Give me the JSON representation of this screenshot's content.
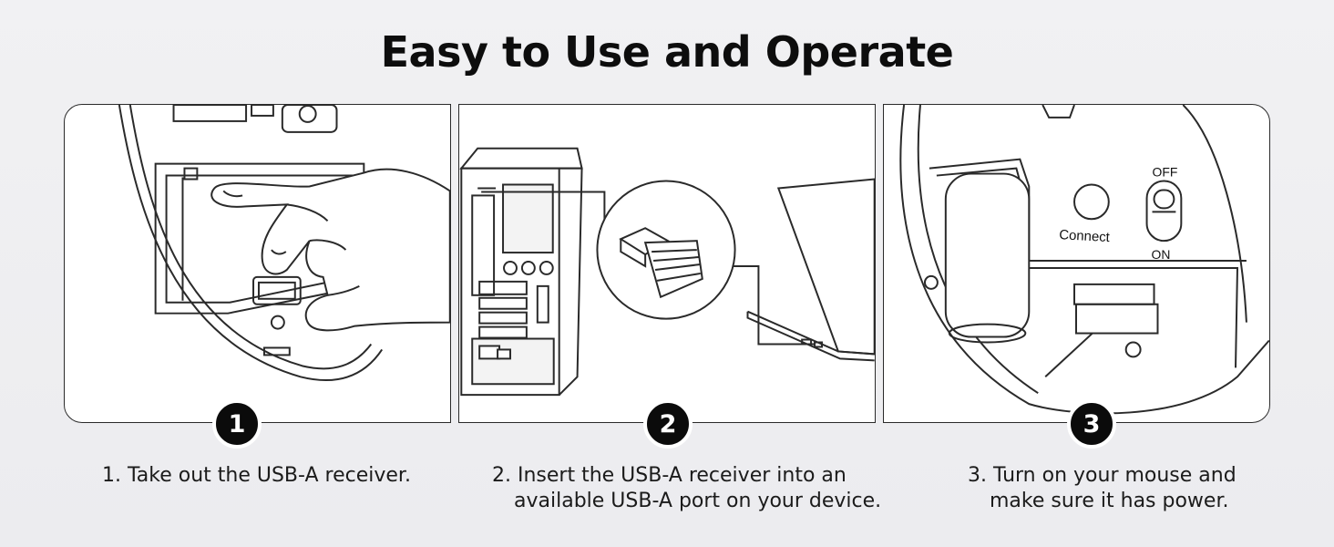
{
  "title": "Easy to Use and Operate",
  "steps": [
    {
      "number": "1",
      "caption_line1": "1. Take out the USB-A receiver.",
      "caption_line2": ""
    },
    {
      "number": "2",
      "caption_line1": "2. Insert the USB-A receiver into an",
      "caption_line2": "available USB-A port on your device."
    },
    {
      "number": "3",
      "caption_line1": "3. Turn on your mouse and",
      "caption_line2": "make sure it has power."
    }
  ],
  "panel3_labels": {
    "connect": "Connect",
    "off": "OFF",
    "on": "ON"
  },
  "icons": [
    "hand-with-receiver-illustration",
    "desktop-tower-illustration",
    "usb-receiver-icon",
    "laptop-illustration",
    "battery-icon",
    "connect-button-icon",
    "power-switch-icon"
  ],
  "colors": {
    "badge": "#0b0b0b",
    "line": "#2a2a2a",
    "background": "#efeff1"
  }
}
